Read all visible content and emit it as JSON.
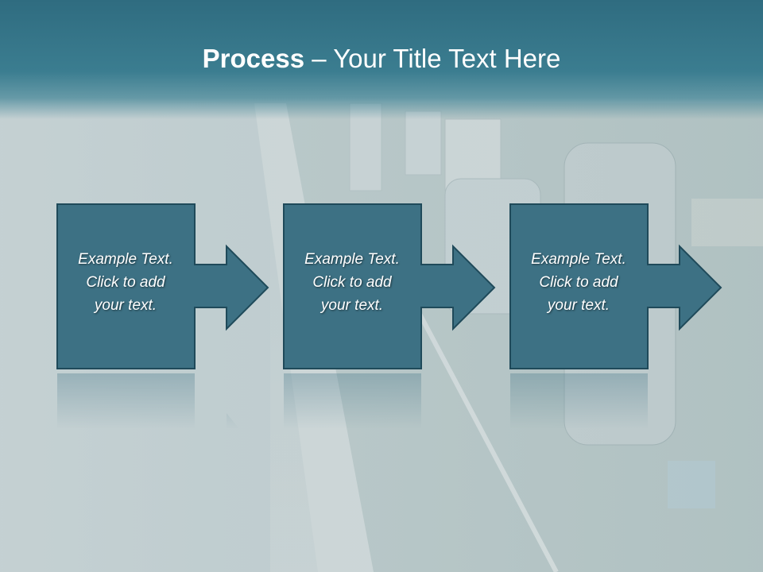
{
  "slide": {
    "title_bold": "Process",
    "title_rest": " – Your Title Text Here"
  },
  "steps": [
    {
      "line1": "Example Text.",
      "line2": "Click  to add",
      "line3": "your text."
    },
    {
      "line1": "Example Text.",
      "line2": "Click  to add",
      "line3": "your text."
    },
    {
      "line1": "Example Text.",
      "line2": "Click  to add",
      "line3": "your text."
    }
  ],
  "colors": {
    "title_bar": "#2f6c80",
    "box_fill": "#3d7184",
    "box_stroke": "#1f4a5a",
    "text": "#ffffff"
  }
}
